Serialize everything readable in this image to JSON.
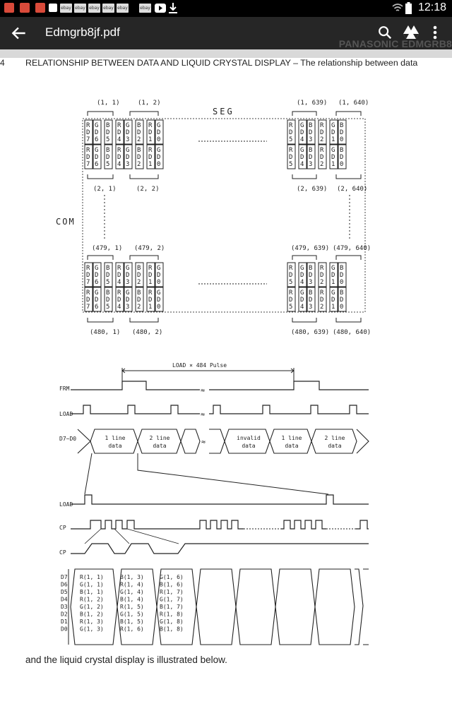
{
  "status_bar": {
    "time": "12:18",
    "notification_icons": [
      "mail-icon",
      "mail-icon",
      "mail-icon",
      "image-icon",
      "ebay-icon",
      "ebay-icon",
      "ebay-icon",
      "ebay-icon",
      "ebay-icon",
      "ebay-icon",
      "play-icon",
      "download-icon"
    ],
    "ebay_label": "ebay"
  },
  "app_bar": {
    "title": "Edmgrb8jf.pdf",
    "actions": [
      "search-icon",
      "drive-icon",
      "more-vert-icon"
    ]
  },
  "document": {
    "brand_header": "PANASONIC EDMGRB8",
    "page_number": "4",
    "heading": "RELATIONSHIP BETWEEN DATA AND LIQUID CRYSTAL DISPLAY – The relationship between data",
    "footer_text": "and the liquid crystal display is illustrated below.",
    "lcd_diagram": {
      "seg_label": "SEG",
      "com_label": "COM",
      "labels": {
        "t11": "(1, 1)",
        "t12": "(1, 2)",
        "t1639": "(1, 639)",
        "t1640": "(1, 640)",
        "b21": "(2, 1)",
        "b22": "(2, 2)",
        "b2639": "(2, 639)",
        "b2640": "(2, 640)",
        "t4791": "(479, 1)",
        "t4792": "(479, 2)",
        "t479639": "(479, 639)",
        "t479640": "(479, 640)",
        "b4801": "(480, 1)",
        "b4802": "(480, 2)",
        "b480639": "(480, 639)",
        "b480640": "(480, 640)"
      }
    },
    "timing_diagram": {
      "load_pulse_label": "LOAD × 484 Pulse",
      "signals": [
        "FRM",
        "LOAD",
        "D7~D0",
        "LOAD",
        "CP",
        "CP"
      ],
      "data_cells": [
        "1 line\ndata",
        "2 line\ndata",
        "invalid\ndata",
        "1 line\ndata",
        "2 line\ndata"
      ],
      "bus_bits": [
        "D7",
        "D6",
        "D5",
        "D4",
        "D3",
        "D2",
        "D1",
        "D0"
      ],
      "bus_columns": [
        [
          "R(1, 1)",
          "G(1, 1)",
          "B(1, 1)",
          "R(1, 2)",
          "G(1, 2)",
          "B(1, 2)",
          "R(1, 3)",
          "G(1, 3)"
        ],
        [
          "B(1, 3)",
          "R(1, 4)",
          "G(1, 4)",
          "B(1, 4)",
          "R(1, 5)",
          "G(1, 5)",
          "B(1, 5)",
          "R(1, 6)"
        ],
        [
          "G(1, 6)",
          "B(1, 6)",
          "R(1, 7)",
          "G(1, 7)",
          "B(1, 7)",
          "R(1, 8)",
          "G(1, 8)",
          "B(1, 8)"
        ]
      ]
    }
  }
}
